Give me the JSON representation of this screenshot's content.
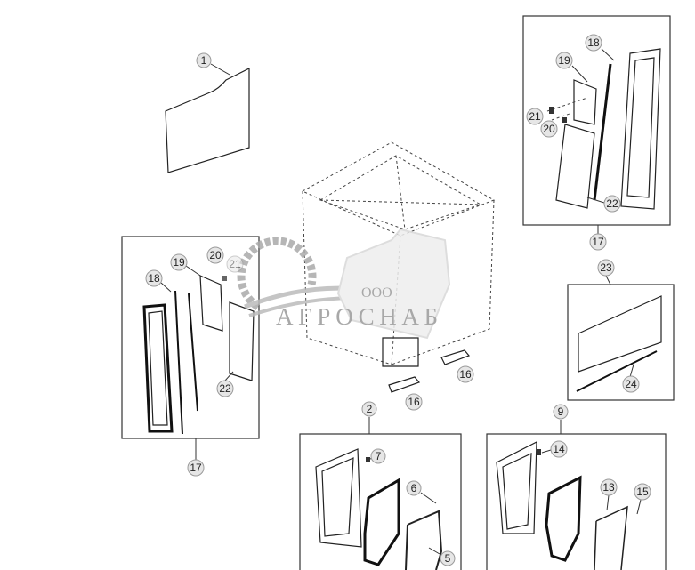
{
  "watermark": {
    "prefix": "ООО",
    "name": "АГРОСНАБ",
    "color": "#9a9a9a"
  },
  "callouts": {
    "c1": "1",
    "c18a": "18",
    "c19a": "19",
    "c21a": "21",
    "c20a": "20",
    "c22a": "22",
    "c17a": "17",
    "c23": "23",
    "c24": "24",
    "c19b": "19",
    "c20b": "20",
    "c21b": "21",
    "c18b": "18",
    "c22b": "22",
    "c17b": "17",
    "c16a": "16",
    "c16b": "16",
    "c2": "2",
    "c9": "9",
    "c7": "7",
    "c6": "6",
    "c5": "5",
    "c14": "14",
    "c13": "13",
    "c15": "15"
  }
}
